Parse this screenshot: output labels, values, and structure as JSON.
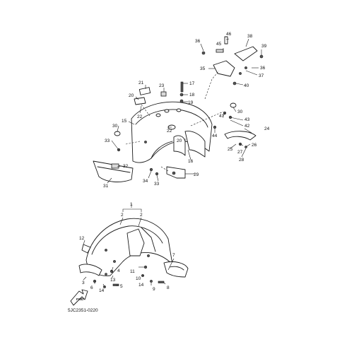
{
  "diagram": {
    "part_code": "5JC2351-0220",
    "direction_arrow": "FWD",
    "callouts": {
      "c1": "1",
      "c2a": "2",
      "c2b": "2",
      "c3": "3",
      "c4": "4",
      "c5": "5",
      "c6": "6",
      "c7": "7",
      "c8": "8",
      "c9": "9",
      "c10": "10",
      "c11": "11",
      "c12": "12",
      "c13": "13",
      "c14a": "14",
      "c14b": "14",
      "c15": "15",
      "c16": "16",
      "c17": "17",
      "c18": "18",
      "c19": "19",
      "c20a": "20",
      "c20b": "20",
      "c21": "21",
      "c22a": "22",
      "c22b": "22",
      "c23": "23",
      "c24": "24",
      "c25": "25",
      "c26": "26",
      "c27": "27",
      "c28": "28",
      "c29": "29",
      "c30a": "30",
      "c30b": "30",
      "c31": "31",
      "c32": "32",
      "c33a": "33",
      "c33b": "33",
      "c34": "34",
      "c35": "35",
      "c36a": "36",
      "c36b": "36",
      "c37": "37",
      "c38": "38",
      "c39": "39",
      "c40": "40",
      "c41": "41",
      "c42": "42",
      "c43": "43",
      "c44": "44",
      "c45": "45",
      "c46": "46"
    }
  }
}
